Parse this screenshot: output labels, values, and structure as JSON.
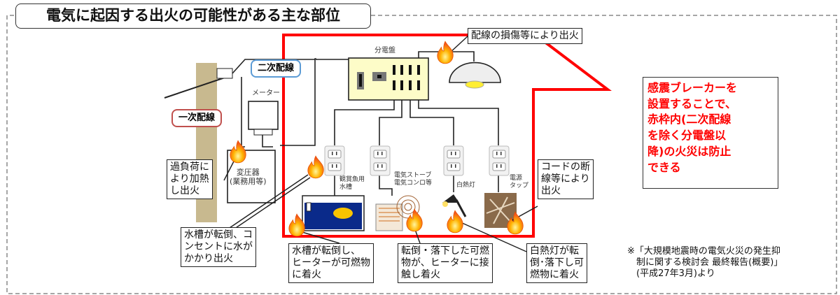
{
  "title": "電気に起因する出火の可能性がある主な部位",
  "colors": {
    "house_outline": "#ff0000",
    "panel": "#fdfcc8",
    "pole": "#c8b98f",
    "callout_text_red": "#ff0000",
    "secondary_wiring_border": "#5b9bd5",
    "primary_wiring_border": "#c0504d"
  },
  "labels": {
    "distribution_panel": "分電盤",
    "meter": "メーター",
    "secondary_wiring": "二次配線",
    "primary_wiring": "一次配線",
    "transformer": "変圧器\n(業務用等)",
    "aquarium": "観賞魚用\n水槽",
    "stove": "電気ストーブ\n電気コンロ等",
    "incandescent": "白熱灯",
    "power_strip": "電源\nタップ"
  },
  "callouts": {
    "wiring_damage": "配線の損傷等により出火",
    "overload": "過負荷に\nより加熱\nし出火",
    "cord_break": "コードの断\n線等により\n出火",
    "tank_water": "水槽が転倒、コ\nンセントに水が\nかかり出火",
    "tank_heater": "水槽が転倒し、\nヒーターが可燃物\nに着火",
    "fallen_object": "転倒・落下した可燃\n物が、ヒーターに接\n触し着火",
    "lamp_fall": "白熱灯が転\n倒･落下し可\n燃物に着火"
  },
  "key_message": "感震ブレーカーを\n設置することで、\n赤枠内(二次配線\nを除く分電盤以\n降)の火災は防止\nできる",
  "source_note": "※「大規模地震時の電気火災の発生抑\n　制に関する検討会 最終報告(概要)」\n　(平成27年3月)より",
  "icons": [
    "fire-icon",
    "utility-pole",
    "transformer",
    "meter",
    "distribution-panel",
    "ceiling-lamp",
    "outlet",
    "aquarium",
    "electric-stove",
    "desk-lamp",
    "power-strip"
  ]
}
